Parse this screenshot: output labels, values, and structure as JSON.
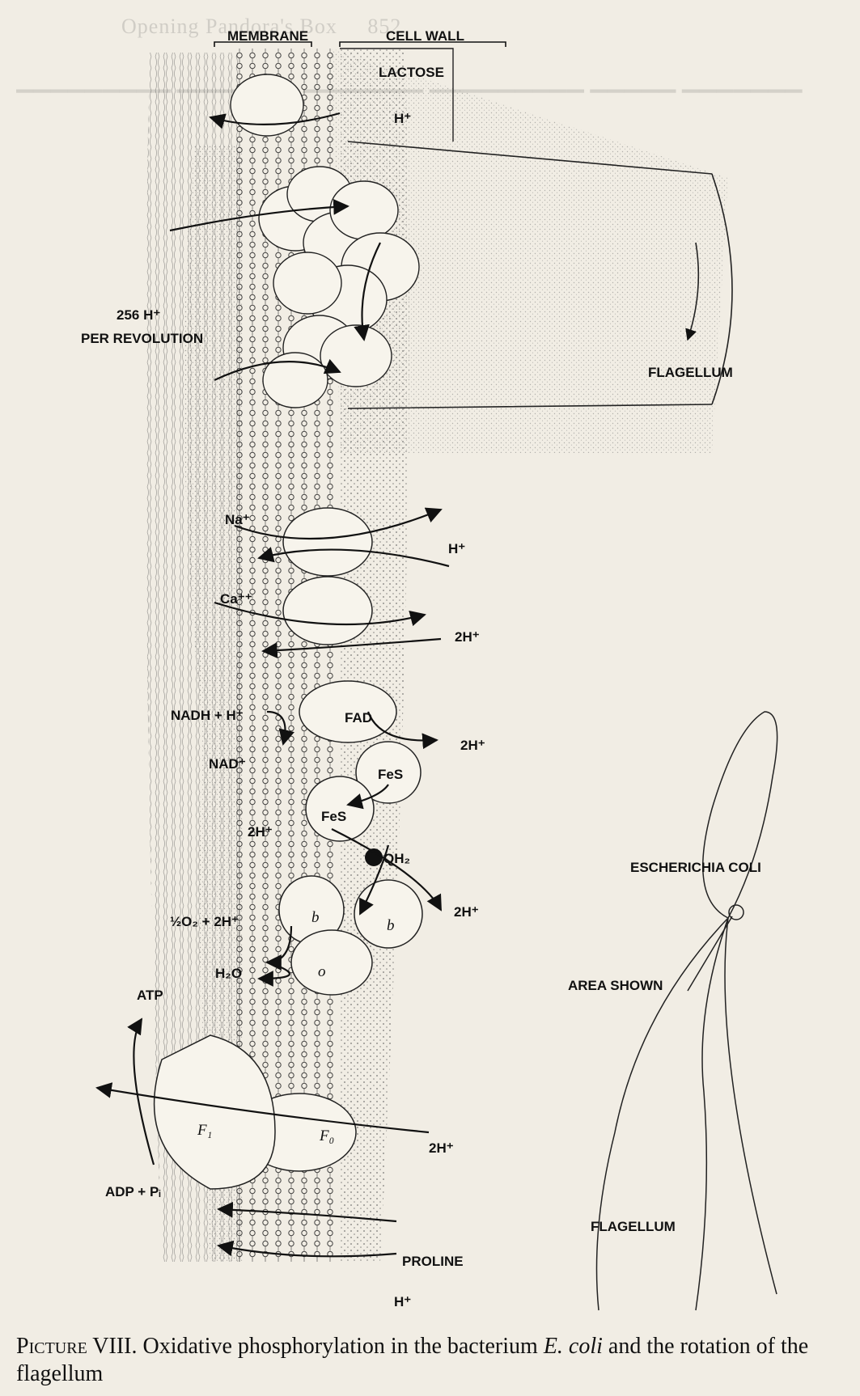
{
  "header": {
    "page_number": "852",
    "running_title": "Opening Pandora's Box"
  },
  "diagram": {
    "labels": {
      "membrane": "MEMBRANE",
      "cell_wall": "CELL WALL",
      "lactose": "LACTOSE",
      "h_plus": "H⁺",
      "rev_line1": "256 H⁺",
      "rev_line2": "PER REVOLUTION",
      "flagellum_top": "FLAGELLUM",
      "na": "Na⁺",
      "ca": "Ca⁺⁺",
      "two_h": "2H⁺",
      "nadh": "NADH + H⁺",
      "nad": "NAD⁺",
      "fad": "FAD",
      "fes": "FeS",
      "qh2": "QH₂",
      "b": "b",
      "o": "o",
      "half_o2": "½O₂ + 2H⁺",
      "h2o": "H₂O",
      "atp": "ATP",
      "adp": "ADP + Pᵢ",
      "f1": "F₁",
      "f0": "F₀",
      "proline": "PROLINE",
      "ecoli": "ESCHERICHIA COLI",
      "area_shown": "AREA SHOWN",
      "flagellum_bottom": "FLAGELLUM"
    }
  },
  "caption": {
    "label": "Picture VIII.",
    "text_before": " Oxidative phosphorylation in the bacterium ",
    "italic": "E. coli",
    "text_after": " and the rotation of the flagellum"
  }
}
